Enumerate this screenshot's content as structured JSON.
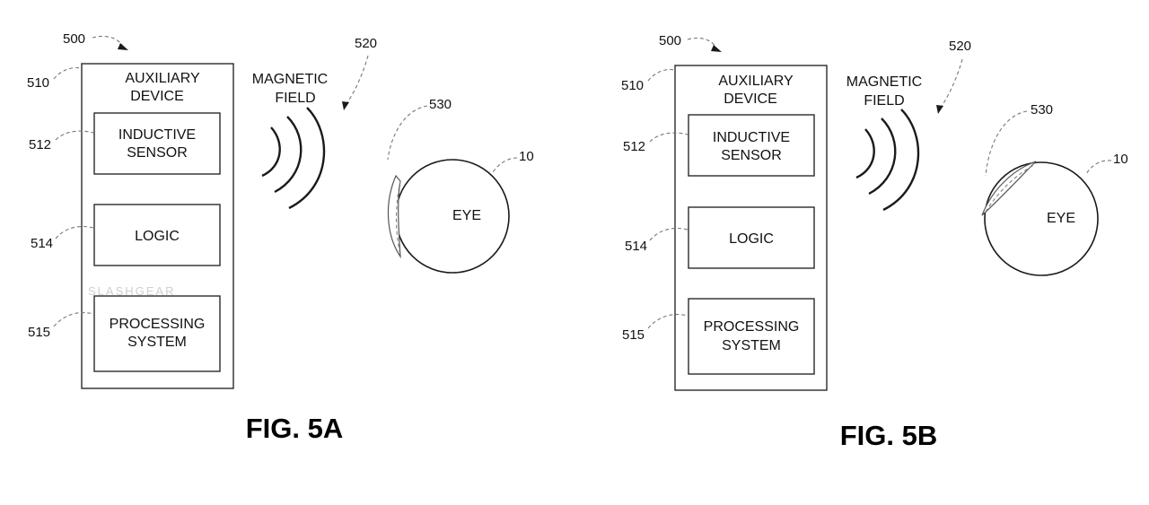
{
  "figures": [
    {
      "caption": "FIG. 5A",
      "ref_system": "500",
      "ref_device": "510",
      "ref_sensor": "512",
      "ref_logic": "514",
      "ref_processing": "515",
      "ref_field": "520",
      "ref_lens": "530",
      "ref_eye": "10",
      "device_title": [
        "AUXILIARY",
        "DEVICE"
      ],
      "sensor_label": [
        "INDUCTIVE",
        "SENSOR"
      ],
      "logic_label": "LOGIC",
      "processing_label": [
        "PROCESSING",
        "SYSTEM"
      ],
      "field_label": [
        "MAGNETIC",
        "FIELD"
      ],
      "eye_label": "EYE"
    },
    {
      "caption": "FIG. 5B",
      "ref_system": "500",
      "ref_device": "510",
      "ref_sensor": "512",
      "ref_logic": "514",
      "ref_processing": "515",
      "ref_field": "520",
      "ref_lens": "530",
      "ref_eye": "10",
      "device_title": [
        "AUXILIARY",
        "DEVICE"
      ],
      "sensor_label": [
        "INDUCTIVE",
        "SENSOR"
      ],
      "logic_label": "LOGIC",
      "processing_label": [
        "PROCESSING",
        "SYSTEM"
      ],
      "field_label": [
        "MAGNETIC",
        "FIELD"
      ],
      "eye_label": "EYE"
    }
  ],
  "watermark": "SLASHGEAR",
  "colors": {
    "line": "#2a2a2a",
    "leader": "#777777",
    "watermark": "#cfcfcf"
  }
}
